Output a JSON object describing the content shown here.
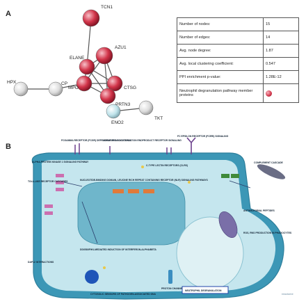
{
  "panel_a": {
    "letter": "A",
    "nodes": [
      {
        "id": "TCN1",
        "color": "#c8334a"
      },
      {
        "id": "ELANE",
        "color": "#c8334a"
      },
      {
        "id": "AZU1",
        "color": "#c8334a"
      },
      {
        "id": "CTSG",
        "color": "#c8334a"
      },
      {
        "id": "MPO",
        "color": "#c8334a"
      },
      {
        "id": "PRTN3",
        "color": "#c8334a"
      },
      {
        "id": "HPX",
        "color": "#d9d9d9"
      },
      {
        "id": "CP",
        "color": "#d9d9d9"
      },
      {
        "id": "ENO2",
        "color": "#bcdfe6"
      },
      {
        "id": "TKT",
        "color": "#d9d9d9"
      }
    ],
    "stats": [
      {
        "label": "Number of nodes:",
        "value": "15"
      },
      {
        "label": "Number of edges:",
        "value": "14"
      },
      {
        "label": "Avg. node degree:",
        "value": "1.87"
      },
      {
        "label": "Avg. local clustering coefficient:",
        "value": "0.547"
      },
      {
        "label": "PPI enrichment p-value:",
        "value": "1.28E-12"
      },
      {
        "label": "Neutrophil degranulation pathway member proteins",
        "value": ""
      }
    ]
  },
  "panel_b": {
    "letter": "B",
    "labels": {
      "fcgr": "FCGAMMA RECEPTOR (FCGR) DEPENDENT PHAGOCYTOSIS",
      "age": "ADVANCED GLYCOSYLATION ENDPRODUCT RECEPTOR SIGNALING",
      "fcer": "FC EPSILON RECEPTOR (FCERI) SIGNALING",
      "alpha": "ALPHA-PROTEIN KINASE 1 SIGNALING PATHWAY",
      "complement": "COMPLEMENT CASCADE",
      "tlr": "TOLL-LIKE RECEPTOR CASCADES",
      "clr": "C-TYPE LECTIN RECEPTORS (CLRS)",
      "nlr": "NUCLEOTIDE-BINDING DOMAIN, LEUCINE RICH REPEAT CONTAINING RECEPTOR (NLR) SIGNALING PATHWAYS",
      "amp": "ANTIMICROBIAL PEPTIDES",
      "ros": "ROS, RNS PRODUCTION IN PHAGOCYTES",
      "dai": "DDX58/IFIH1-MEDIATED INDUCTION OF INTERFERON-ALPHA/BETA",
      "dap12": "DAP12 INTERACTIONS",
      "cytosolic": "CYTOSOLIC SENSORS OF PATHOGEN-ASSOCIATED DNA",
      "proton": "PROTON CHANNEL",
      "degran": "NEUTROPHIL DEGRANULATION",
      "reactome": "reactome"
    }
  }
}
